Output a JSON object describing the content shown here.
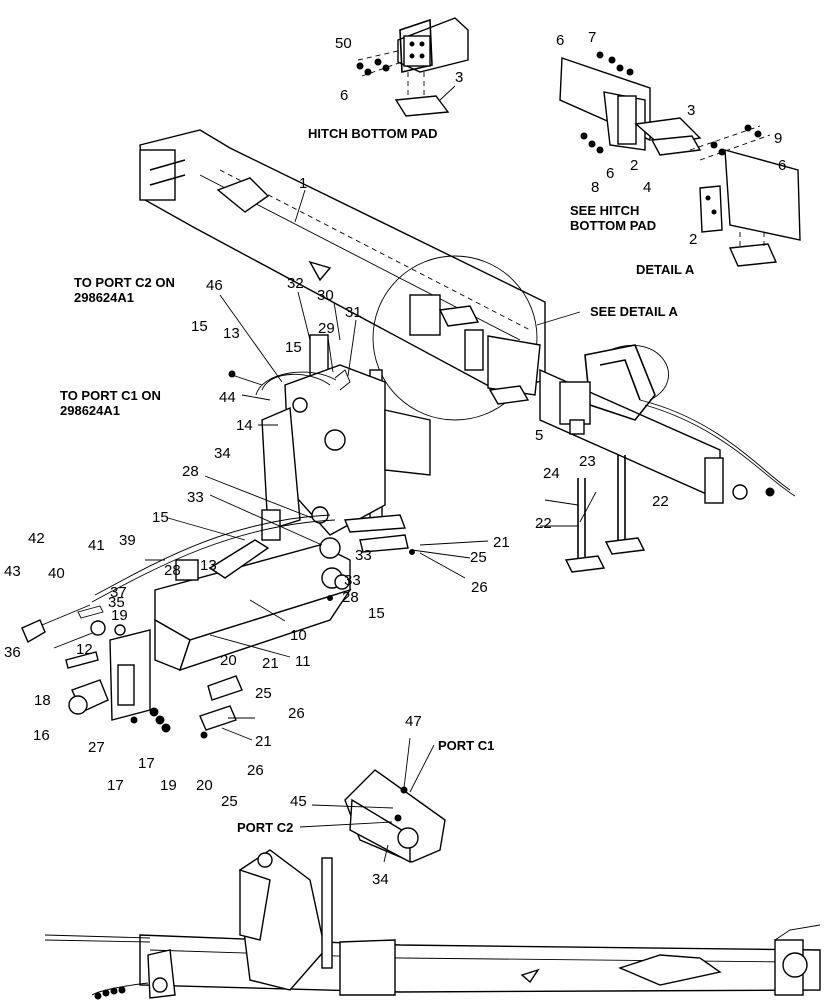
{
  "captions": {
    "hitch_bottom_pad": "HITCH BOTTOM PAD",
    "detail_a": "DETAIL  A",
    "see_hitch_bottom_pad_1": "SEE HITCH",
    "see_hitch_bottom_pad_2": "BOTTOM PAD",
    "see_detail_a": "SEE DETAIL A",
    "to_port_c2_1": "TO PORT C2 ON",
    "to_port_c2_2": "298624A1",
    "to_port_c1_1": "TO PORT C1 ON",
    "to_port_c1_2": "298624A1",
    "port_c1": "PORT C1",
    "port_c2": "PORT C2"
  },
  "callouts": {
    "n50": "50",
    "n6a": "6",
    "n3a": "3",
    "n6b": "6",
    "n7": "7",
    "n3b": "3",
    "n2a": "2",
    "n6c": "6",
    "n8": "8",
    "n4": "4",
    "n9": "9",
    "n6d": "6",
    "n2b": "2",
    "n1": "1",
    "n46": "46",
    "n32": "32",
    "n30": "30",
    "n29": "29",
    "n31": "31",
    "n15a": "15",
    "n13a": "13",
    "n15b": "15",
    "n44": "44",
    "n14": "14",
    "n34a": "34",
    "n28a": "28",
    "n33a": "33",
    "n5": "5",
    "n24": "24",
    "n23": "23",
    "n22a": "22",
    "n22b": "22",
    "n15c": "15",
    "n13b": "13",
    "n33b": "33",
    "n21a": "21",
    "n25a": "25",
    "n26a": "26",
    "n33c": "33",
    "n28b": "28",
    "n15d": "15",
    "n42": "42",
    "n41": "41",
    "n39": "39",
    "n43": "43",
    "n40": "40",
    "n37": "37",
    "n35": "35",
    "n28c": "28",
    "n19a": "19",
    "n36": "36",
    "n12": "12",
    "n10": "10",
    "n11": "11",
    "n18": "18",
    "n16": "16",
    "n20a": "20",
    "n21b": "21",
    "n25b": "25",
    "n26b": "26",
    "n21c": "21",
    "n26c": "26",
    "n27": "27",
    "n17a": "17",
    "n17b": "17",
    "n19b": "19",
    "n20b": "20",
    "n25c": "25",
    "n47": "47",
    "n45": "45",
    "n34b": "34"
  }
}
